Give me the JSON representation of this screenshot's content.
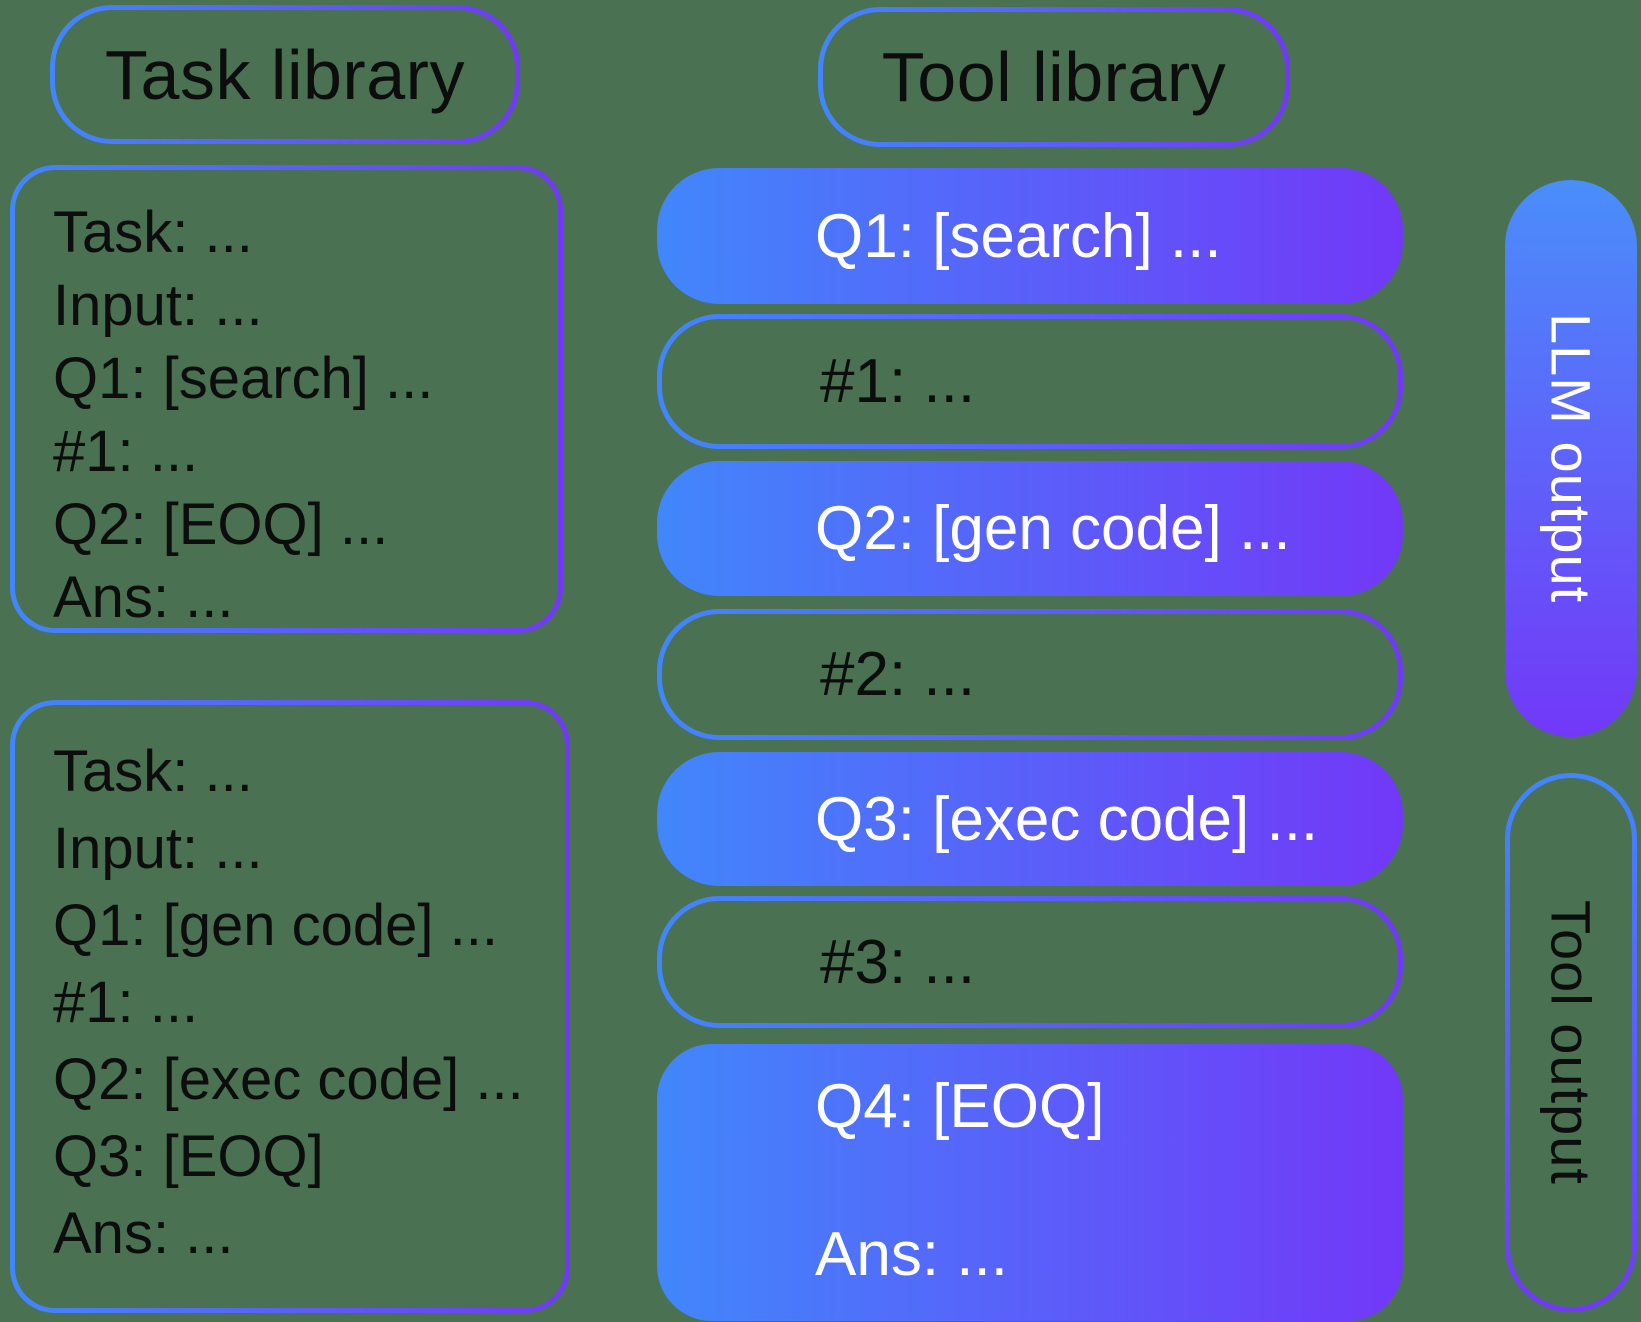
{
  "colors": {
    "background": "#4a7152",
    "gradient_blue": "#4187fb",
    "gradient_purple": "#7238f8",
    "filled_text": "#ffffff",
    "outlined_text": "#0d0d0d"
  },
  "headers": {
    "task_library": "Task library",
    "tool_library": "Tool library"
  },
  "task_library": {
    "examples": [
      {
        "lines": [
          "Task: ...",
          "Input: ...",
          "Q1: [search] ...",
          "#1: ...",
          "Q2: [EOQ] ...",
          "Ans: ..."
        ]
      },
      {
        "lines": [
          "Task: ...",
          "Input: ...",
          "Q1: [gen code] ...",
          "#1: ...",
          "Q2: [exec code] ...",
          "Q3: [EOQ]",
          "Ans: ..."
        ]
      }
    ]
  },
  "tool_library": {
    "steps": [
      {
        "label": "Q1: [search] ...",
        "type": "llm"
      },
      {
        "label": "#1: ...",
        "type": "tool"
      },
      {
        "label": "Q2: [gen code] ...",
        "type": "llm"
      },
      {
        "label": "#2: ...",
        "type": "tool"
      },
      {
        "label": "Q3: [exec code] ...",
        "type": "llm"
      },
      {
        "label": "#3: ...",
        "type": "tool"
      },
      {
        "lines": [
          "Q4: [EOQ]",
          "Ans: ..."
        ],
        "type": "llm"
      }
    ]
  },
  "legend": {
    "llm_output": "LLM output",
    "tool_output": "Tool output"
  }
}
